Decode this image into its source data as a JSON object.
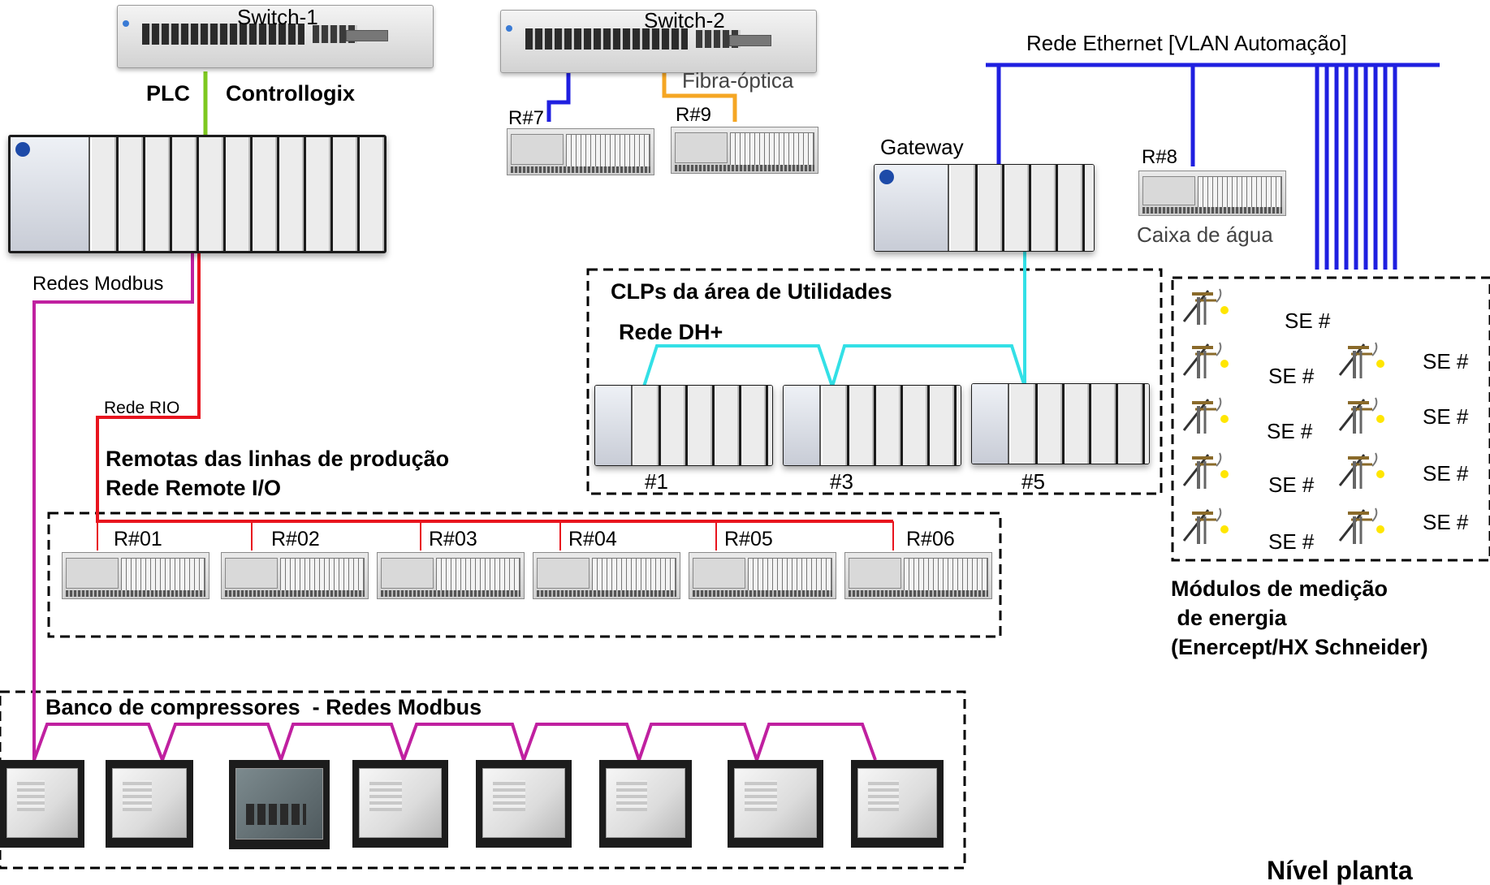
{
  "switches": [
    "Switch-1",
    "Switch-2"
  ],
  "plc": {
    "label1": "PLC",
    "label2": "Controllogix"
  },
  "gateway": "Gateway",
  "ethernet": "Rede Ethernet [VLAN Automação]",
  "fibra": "Fibra-óptica",
  "remotes_top": [
    "R#7",
    "R#9",
    "R#8"
  ],
  "caixa": "Caixa de água",
  "redes_modbus": "Redes Modbus",
  "rede_rio": "Rede RIO",
  "remotas": {
    "title": "Remotas das linhas de produção",
    "subtitle": "Rede Remote I/O",
    "items": [
      "R#01",
      "R#02",
      "R#03",
      "R#04",
      "R#05",
      "R#06"
    ]
  },
  "utilidades": {
    "title": "CLPs da área de Utilidades",
    "subtitle": "Rede DH+",
    "items": [
      "#1",
      "#3",
      "#5"
    ]
  },
  "se": {
    "label": "SE #",
    "count": 9
  },
  "modulos": [
    "Módulos de medição",
    " de energia",
    "(Enercept/HX Schneider)"
  ],
  "compressores": {
    "title": "Banco de compressores  - Redes Modbus",
    "count": 8
  },
  "nivel": "Nível planta",
  "colors": {
    "ethernet": "#1f1fe0",
    "fiber": "#f5a623",
    "plc_link": "#7ec820",
    "modbus": "#c020a0",
    "rio": "#e8141e",
    "dh": "#33e0e6"
  }
}
